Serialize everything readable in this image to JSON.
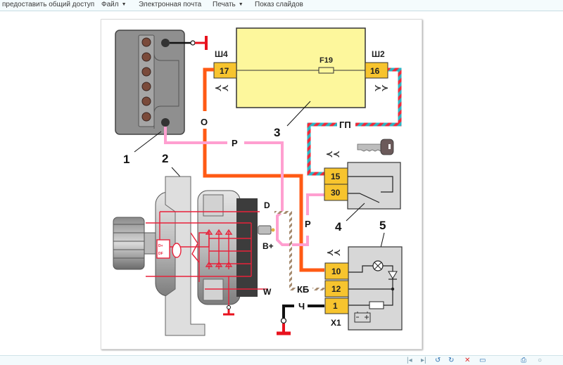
{
  "menubar": {
    "items": [
      {
        "label": "предоставить общий доступ",
        "has_dropdown": false
      },
      {
        "label": "Файл",
        "has_dropdown": true
      },
      {
        "label": "Электронная почта",
        "has_dropdown": false
      },
      {
        "label": "Печать",
        "has_dropdown": true
      },
      {
        "label": "Показ слайдов",
        "has_dropdown": false
      }
    ],
    "dropdown_glyph": "▼"
  },
  "diagram": {
    "callouts": [
      "1",
      "2",
      "3",
      "4",
      "5"
    ],
    "mount_block": {
      "fuse_label": "F19",
      "left_connector": {
        "name": "Ш4",
        "pin": "17"
      },
      "right_connector": {
        "name": "Ш2",
        "pin": "16"
      }
    },
    "ignition_switch": {
      "pins": [
        "15",
        "30"
      ]
    },
    "instrument_cluster": {
      "pins": [
        "10",
        "12",
        "1"
      ],
      "connector_name": "X1"
    },
    "alternator": {
      "terminals": [
        "D",
        "B+",
        "W"
      ],
      "regulator_labels": [
        "D+",
        "DF"
      ]
    },
    "wire_labels": {
      "orange": "О",
      "pink_top": "Р",
      "pink_right": "Р",
      "striped_red_blue": "ГП",
      "brown_striped": "КБ",
      "black": "Ч"
    },
    "connector_glyph": "≺≺",
    "colors": {
      "orange_wire": "#ff5a14",
      "pink_wire": "#ff9fd0",
      "red_stripe": "#ef2b3a",
      "blue_stripe": "#2bb5c4",
      "brown_wire": "#a58a6e",
      "ground_red": "#e8121e",
      "block_yellow": "#fdf79c",
      "pin_yellow": "#f7c42e",
      "box_gray": "#d7d7d7",
      "alt_red": "#e8213a"
    }
  },
  "bottom_toolbar": {
    "icons": [
      "first-page-icon",
      "prev-page-icon",
      "rotate-left-icon",
      "rotate-right-icon",
      "delete-icon",
      "save-icon",
      "print-icon",
      "search-icon"
    ]
  }
}
